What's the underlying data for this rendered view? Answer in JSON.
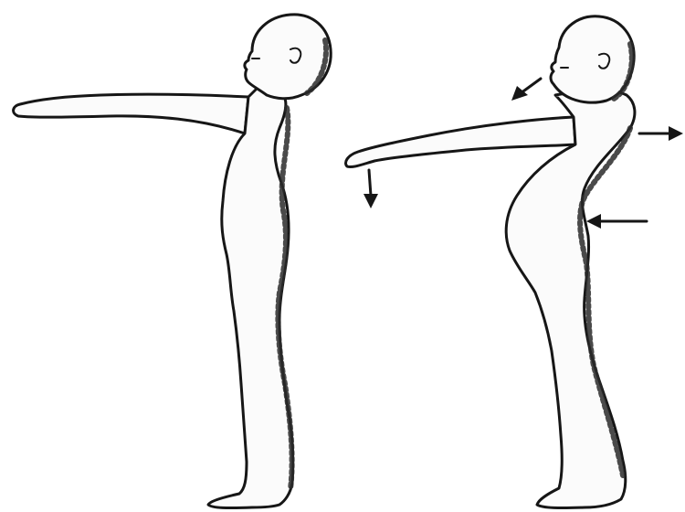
{
  "figure": {
    "figures": [
      {
        "name": "upright-posture"
      },
      {
        "name": "compensated-posture"
      }
    ],
    "arrows": [
      {
        "name": "arrow-head-forward",
        "direction": "down-left"
      },
      {
        "name": "arrow-hands-down",
        "direction": "down"
      },
      {
        "name": "arrow-upper-back",
        "direction": "right"
      },
      {
        "name": "arrow-lower-back",
        "direction": "left"
      }
    ],
    "colors": {
      "line": "#161616",
      "background": "#ffffff"
    }
  }
}
